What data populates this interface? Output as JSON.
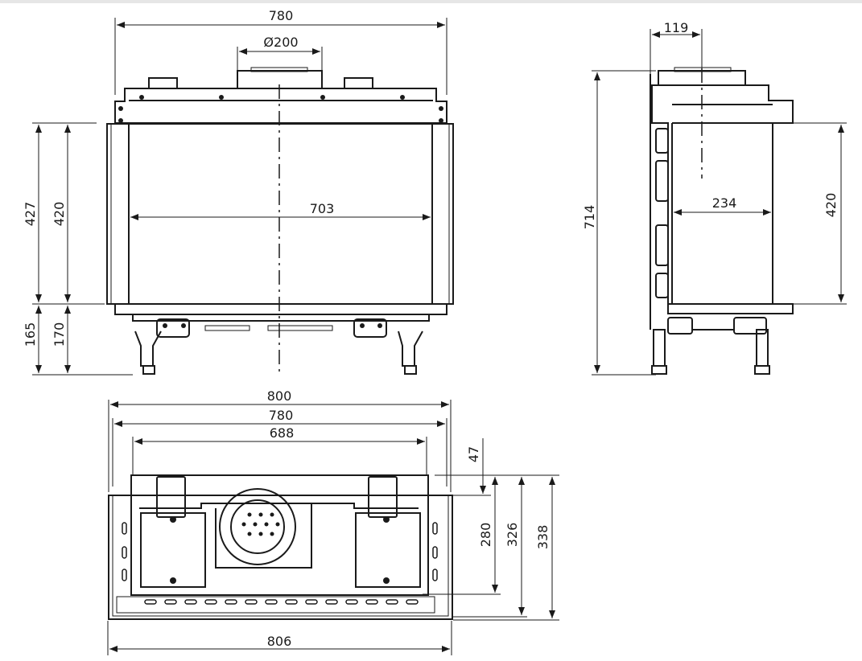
{
  "front_view": {
    "overall_width": "780",
    "flue_diameter": "Ø200",
    "glass_width": "703",
    "height_427": "427",
    "height_420": "420",
    "height_165": "165",
    "height_170": "170"
  },
  "side_view": {
    "flue_offset": "119",
    "overall_height": "714",
    "depth": "234",
    "glass_height": "420"
  },
  "top_view": {
    "width_800": "800",
    "width_780": "780",
    "width_688": "688",
    "width_806": "806",
    "depth_47": "47",
    "depth_280": "280",
    "depth_326": "326",
    "depth_338": "338"
  }
}
